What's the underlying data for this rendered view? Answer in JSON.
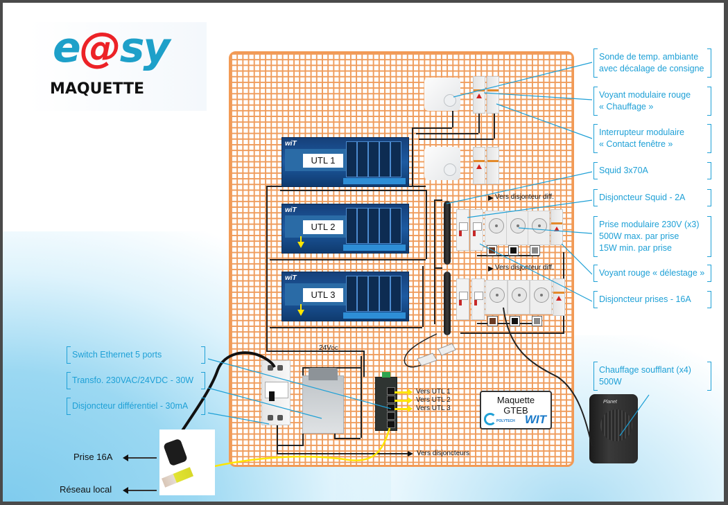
{
  "logo": {
    "prefix": "e",
    "at": "@",
    "suffix": "sy",
    "subtitle": "MAQUETTE"
  },
  "modules": [
    {
      "name": "UTL 1",
      "brand": "wiT",
      "has_yellow_arrow": false
    },
    {
      "name": "UTL 2",
      "brand": "wiT",
      "has_yellow_arrow": true
    },
    {
      "name": "UTL 3",
      "brand": "wiT",
      "has_yellow_arrow": true
    }
  ],
  "board_labels": {
    "vers_diff_1": "Vers disjonteur diff.",
    "vers_diff_2": "Vers disjonteur diff.",
    "dc_supply": "24V",
    "dc_supply_sub": "DC",
    "vers_utl": [
      "Vers UTL 1",
      "Vers UTL 2",
      "Vers UTL 3"
    ],
    "vers_disjoncteurs": "Vers disjoncteurs"
  },
  "plate": {
    "line1": "Maquette",
    "line2": "GTEB",
    "logo_left": "POLYTECH",
    "logo_right": "WIT"
  },
  "heater_brand": "Planet",
  "callouts_right": [
    {
      "lines": [
        "Sonde de temp. ambiante",
        "avec décalage de consigne"
      ]
    },
    {
      "lines": [
        "Voyant modulaire rouge",
        "« Chauffage »"
      ]
    },
    {
      "lines": [
        "Interrupteur modulaire",
        "« Contact fenêtre »"
      ]
    },
    {
      "lines": [
        "Squid 3x70A"
      ]
    },
    {
      "lines": [
        "Disjoncteur Squid - 2A"
      ]
    },
    {
      "lines": [
        "Prise modulaire 230V (x3)",
        "500W max. par prise",
        "15W min. par prise"
      ]
    },
    {
      "lines": [
        "Voyant rouge « délestage »"
      ]
    },
    {
      "lines": [
        "Disjoncteur prises - 16A"
      ]
    },
    {
      "lines": [
        "Chauffage soufflant (x4)",
        "500W"
      ]
    }
  ],
  "callouts_left": [
    {
      "lines": [
        "Switch Ethernet 5 ports"
      ]
    },
    {
      "lines": [
        "Transfo. 230VAC/24VDC - 30W"
      ]
    },
    {
      "lines": [
        "Disjoncteur différentiel - 30mA"
      ]
    }
  ],
  "external": {
    "power": "Prise 16A",
    "network": "Réseau local"
  },
  "colors": {
    "accent": "#1ea0d6",
    "grid": "#ef9c5c",
    "logo_blue": "#1ea0c9",
    "logo_red": "#ec2227",
    "cable_yellow": "#ffe600"
  }
}
